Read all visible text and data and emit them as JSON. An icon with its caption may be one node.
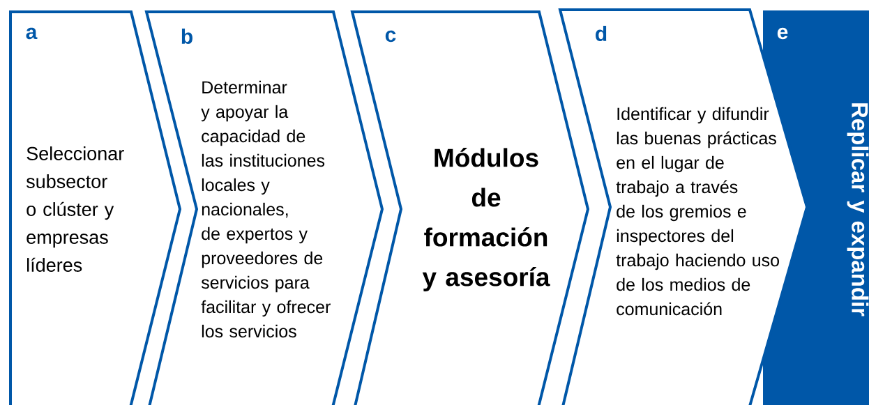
{
  "diagram": {
    "nodes": [
      {
        "text": [
          "a",
          "Seleccionar subsector o clúster y empresas líderes"
        ]
      },
      {
        "text": [
          "b",
          "Determinar y apoyar la capacidad de las instituciones locales y nacionales, de expertos y proveedores de servicios para facilitar y ofrecer los servicios"
        ]
      },
      {
        "text": [
          "c",
          "Módulos de formación y asesoría"
        ]
      },
      {
        "text": [
          "d",
          "Identificar y difundir las buenas prácticas en el lugar de trabajo a través de los gremios e inspectores del trabajo haciendo uso de los medios de comunicación"
        ]
      },
      {
        "text": [
          "e",
          "Replicar y expandir"
        ]
      }
    ]
  }
}
